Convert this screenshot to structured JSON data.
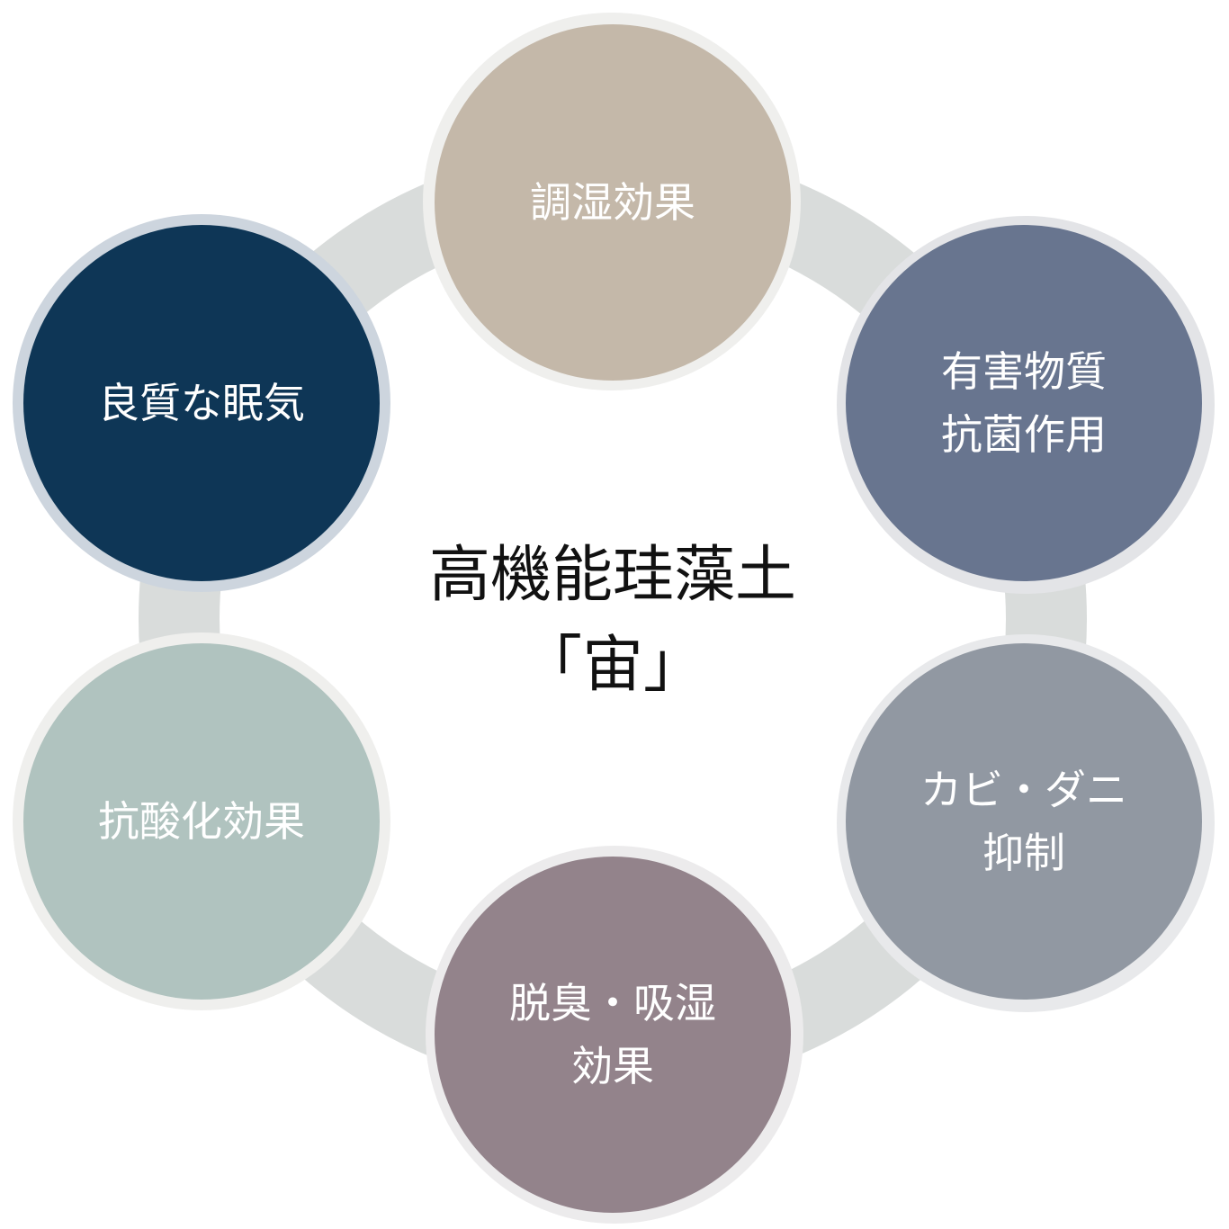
{
  "center": {
    "line1": "高機能珪藻土",
    "line2": "「宙」"
  },
  "nodes": [
    {
      "id": "humidity",
      "lines": [
        "調湿効果"
      ],
      "color": "#c4b8a9"
    },
    {
      "id": "antibacterial",
      "lines": [
        "有害物質",
        "抗菌作用"
      ],
      "color": "#68758f"
    },
    {
      "id": "mold",
      "lines": [
        "カビ・ダニ",
        "抑制"
      ],
      "color": "#9198a2"
    },
    {
      "id": "deodor",
      "lines": [
        "脱臭・吸湿",
        "効果"
      ],
      "color": "#93838b"
    },
    {
      "id": "antioxidant",
      "lines": [
        "抗酸化効果"
      ],
      "color": "#b0c3bf"
    },
    {
      "id": "sleep",
      "lines": [
        "良質な眠気"
      ],
      "color": "#0e3656"
    }
  ],
  "ring_color": "#d9dcdb"
}
